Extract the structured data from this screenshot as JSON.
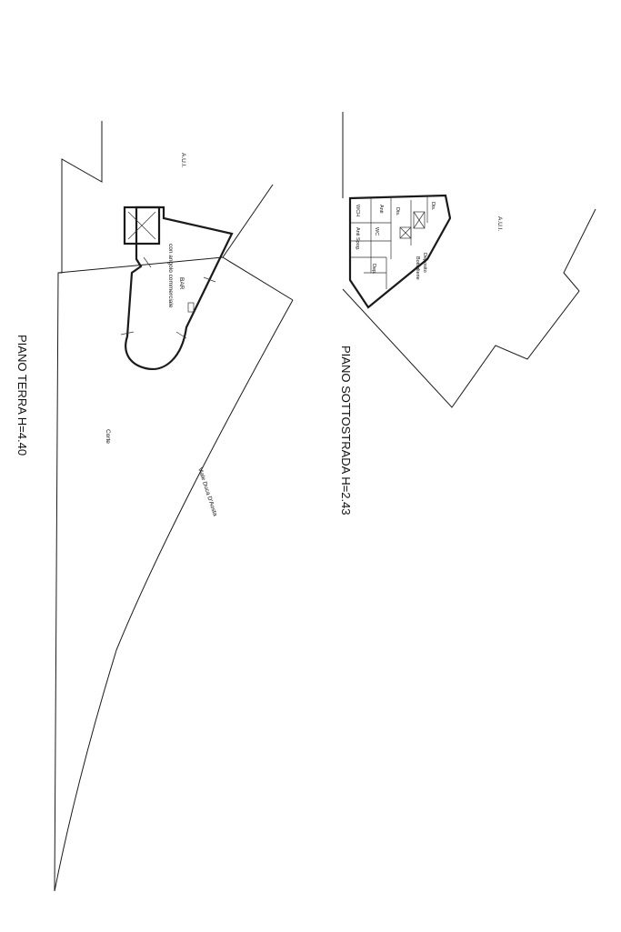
{
  "plans": {
    "ground": {
      "title": "PIANO TERRA H=4.40",
      "labels": {
        "aul": "A.U.I.",
        "bar": "BAR",
        "bar_sub": "con angolo commerciale",
        "corte": "Corte",
        "street": "Viale Duca D'Aosta"
      }
    },
    "basement": {
      "title": "PIANO SOTTOSTRADA H=2.43",
      "labels": {
        "aul": "A.U.I.",
        "wch": "WCH",
        "anti1": "Anti",
        "wc": "WC",
        "anti_spog": "Anti Spog.",
        "dis1": "Dis.",
        "dis2": "Dis.",
        "dep": "Dep.",
        "deposito": "Deposito",
        "bottiglie": "Bottiglierie"
      }
    }
  }
}
